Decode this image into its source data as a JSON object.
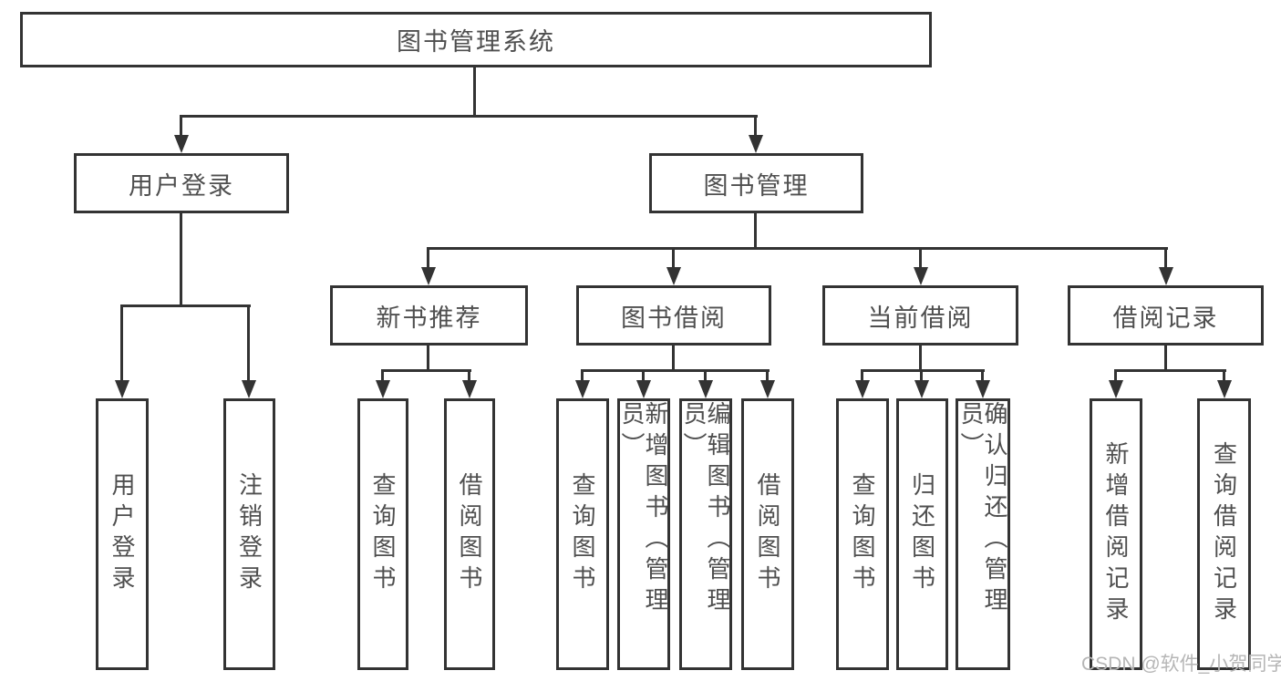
{
  "diagram": {
    "root": {
      "label": "图书管理系统"
    },
    "branches": [
      {
        "label": "用户登录",
        "children": [
          {
            "label": "用户登录"
          },
          {
            "label": "注销登录"
          }
        ]
      },
      {
        "label": "图书管理",
        "sections": [
          {
            "label": "新书推荐",
            "children": [
              {
                "label": "查询图书"
              },
              {
                "label": "借阅图书"
              }
            ]
          },
          {
            "label": "图书借阅",
            "children": [
              {
                "label": "查询图书"
              },
              {
                "label": "新增图书（管理员）"
              },
              {
                "label": "编辑图书（管理员）"
              },
              {
                "label": "借阅图书"
              }
            ]
          },
          {
            "label": "当前借阅",
            "children": [
              {
                "label": "查询图书"
              },
              {
                "label": "归还图书"
              },
              {
                "label": "确认归还（管理员）"
              }
            ]
          },
          {
            "label": "借阅记录",
            "children": [
              {
                "label": "新增借阅记录"
              },
              {
                "label": "查询借阅记录"
              }
            ]
          }
        ]
      }
    ],
    "watermark": "CSDN @软件_小贺同学",
    "colors": {
      "line": "#333333",
      "text": "#4f4f4f",
      "background": "#ffffff",
      "watermark": "#b6b6b6"
    }
  }
}
